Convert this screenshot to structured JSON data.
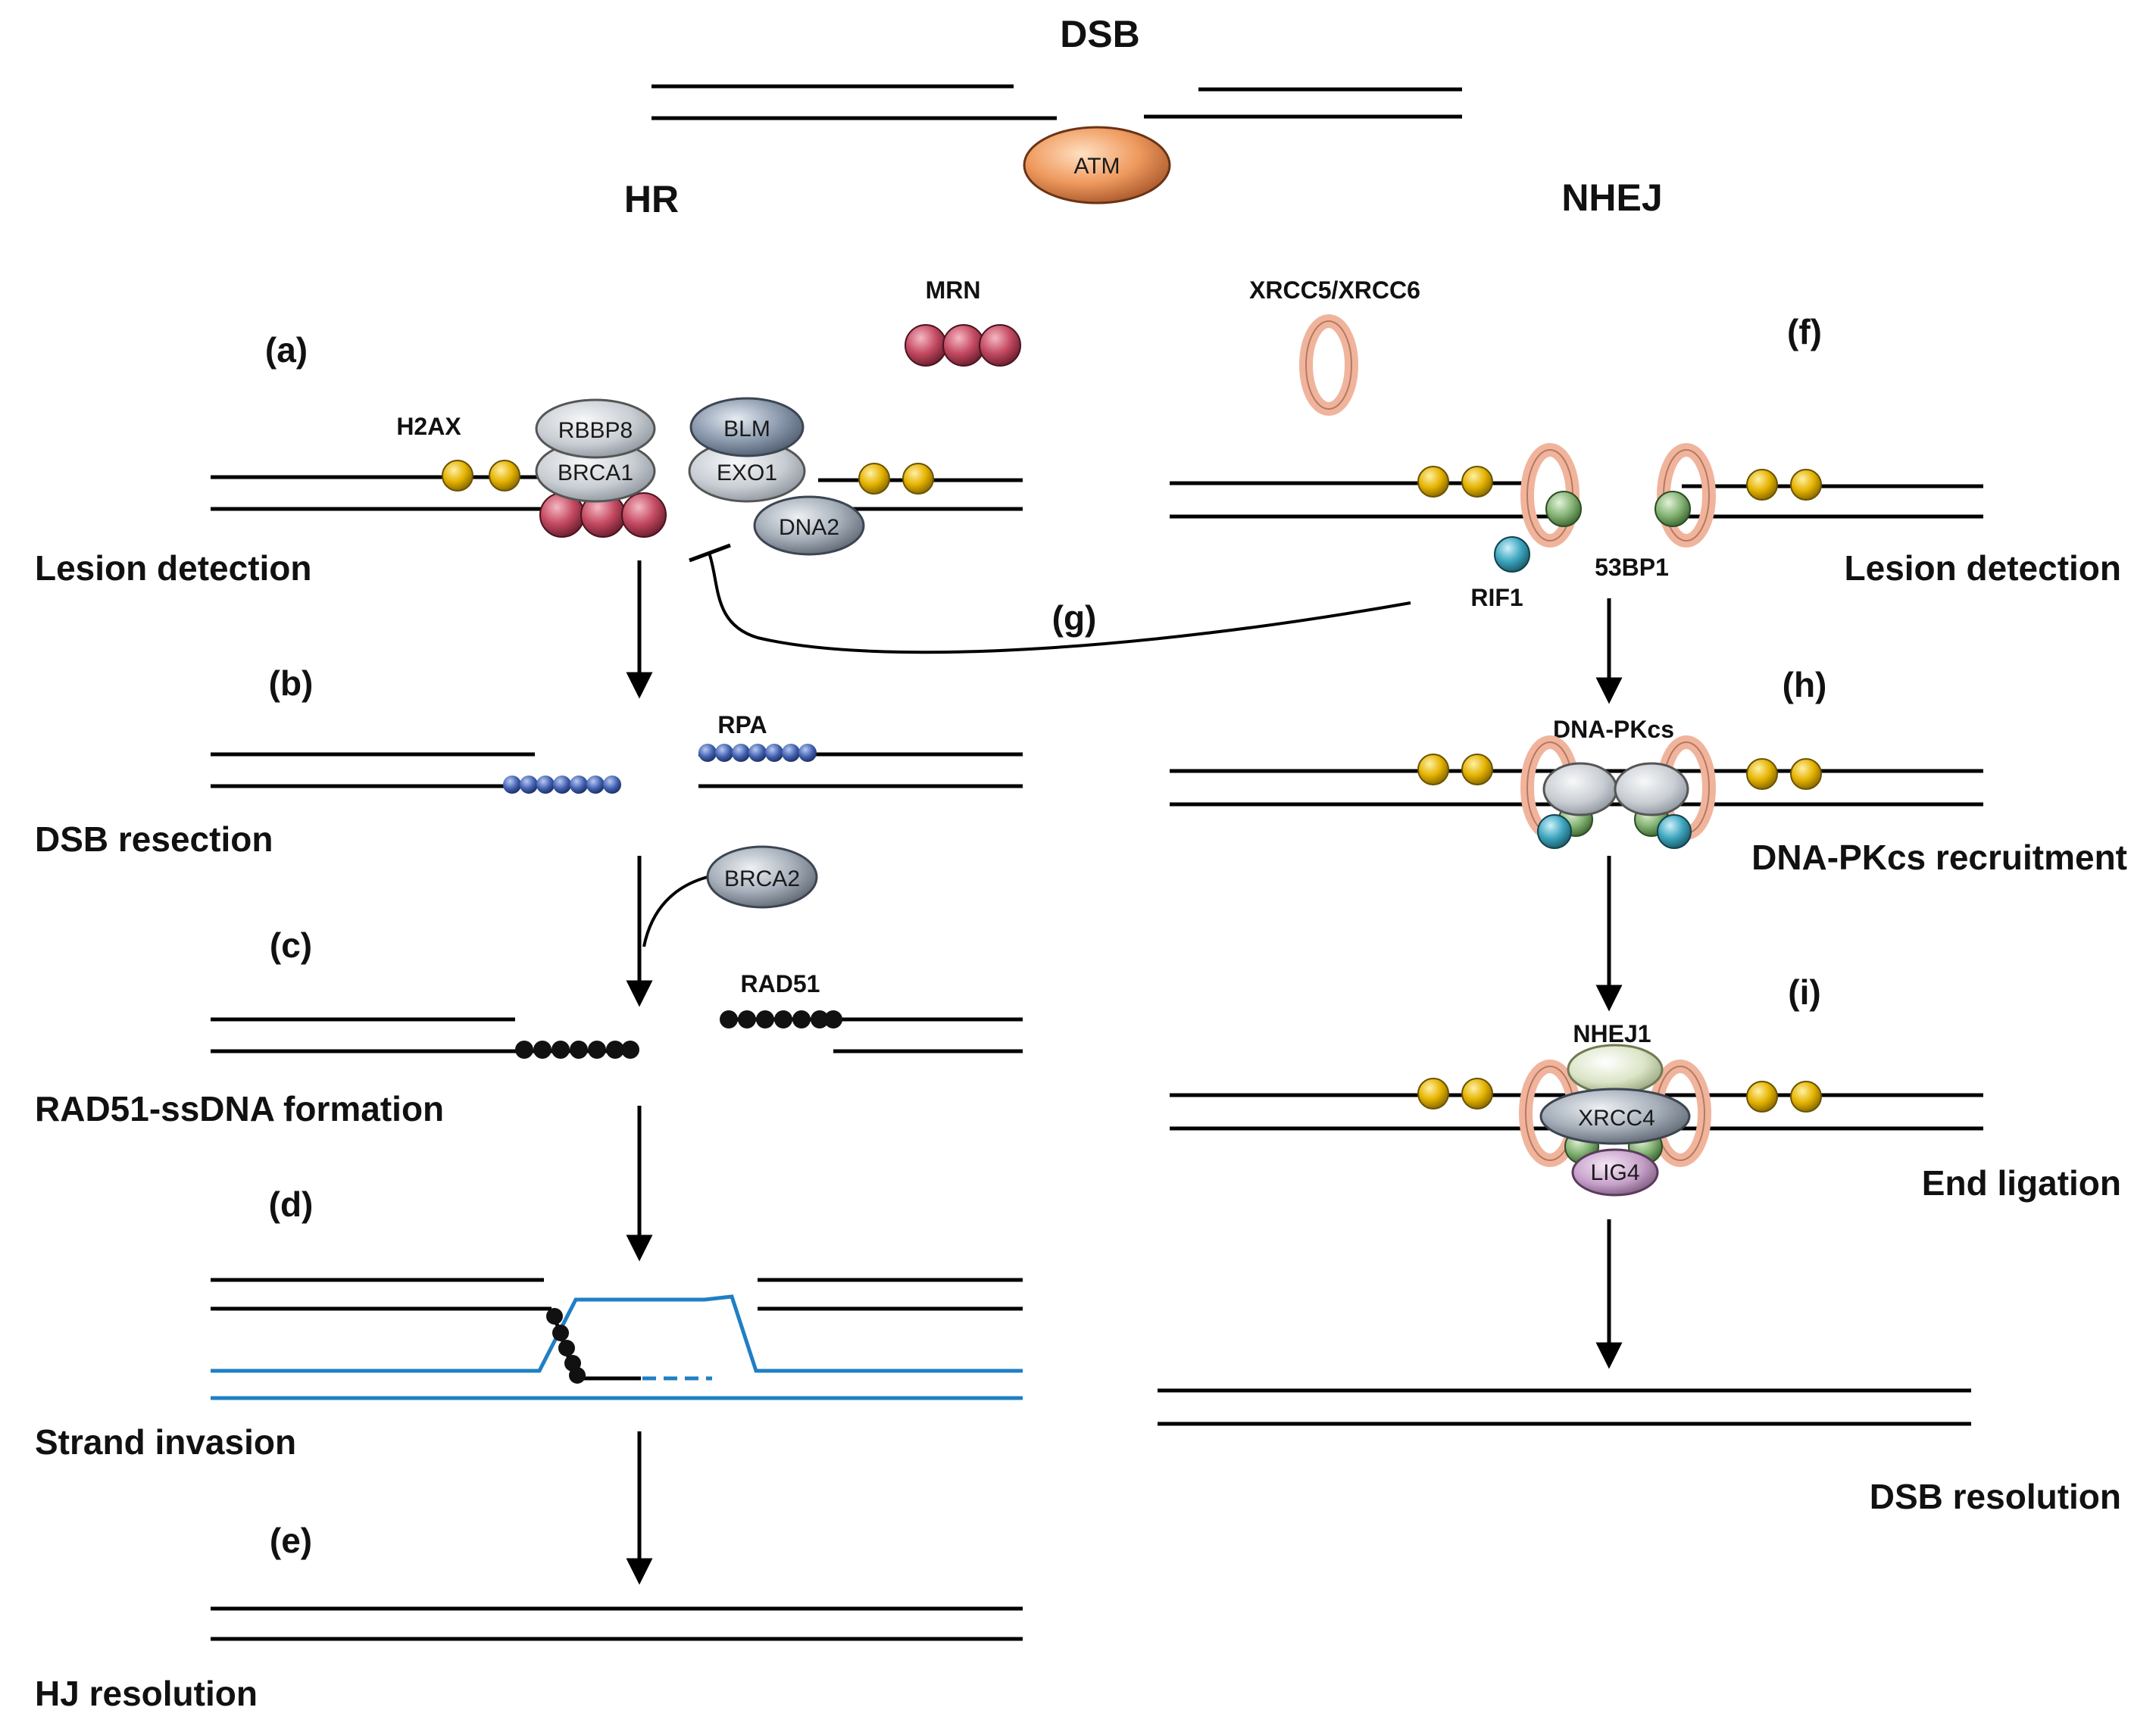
{
  "title": "DSB",
  "pathways": {
    "hr": "HR",
    "nhej": "NHEJ"
  },
  "proteins": {
    "atm": "ATM",
    "mrn": "MRN",
    "xrcc5_6": "XRCC5/XRCC6",
    "h2ax": "H2AX",
    "rbbp8": "RBBP8",
    "brca1": "BRCA1",
    "blm": "BLM",
    "exo1": "EXO1",
    "dna2": "DNA2",
    "rif1": "RIF1",
    "bp53": "53BP1",
    "rpa": "RPA",
    "brca2": "BRCA2",
    "rad51": "RAD51",
    "dnapkcs": "DNA-PKcs",
    "nhej1": "NHEJ1",
    "xrcc4": "XRCC4",
    "lig4": "LIG4"
  },
  "steps": {
    "a": "(a)",
    "b": "(b)",
    "c": "(c)",
    "d": "(d)",
    "e": "(e)",
    "f": "(f)",
    "g": "(g)",
    "h": "(h)",
    "i": "(i)"
  },
  "stages": {
    "hr_lesion": "Lesion detection",
    "dsb_resection": "DSB resection",
    "rad51_formation": "RAD51-ssDNA formation",
    "strand_invasion": "Strand invasion",
    "hj_resolution": "HJ resolution",
    "nhej_lesion": "Lesion detection",
    "dnapkcs_recruitment": "DNA-PKcs recruitment",
    "end_ligation": "End ligation",
    "dsb_resolution": "DSB resolution"
  },
  "colors": {
    "dna": "#000000",
    "template_dna": "#1f7fc4",
    "h2ax": "#e0b000",
    "mrn": "#c0405a",
    "atm": "#e8955a",
    "grey_protein": "#8a939e",
    "ring": "#f0b49c",
    "green": "#7fae72",
    "teal": "#3aa0b8",
    "rpa": "#3f5fb0",
    "nhej1": "#d8e2c2",
    "lig4": "#c8a4cc"
  }
}
